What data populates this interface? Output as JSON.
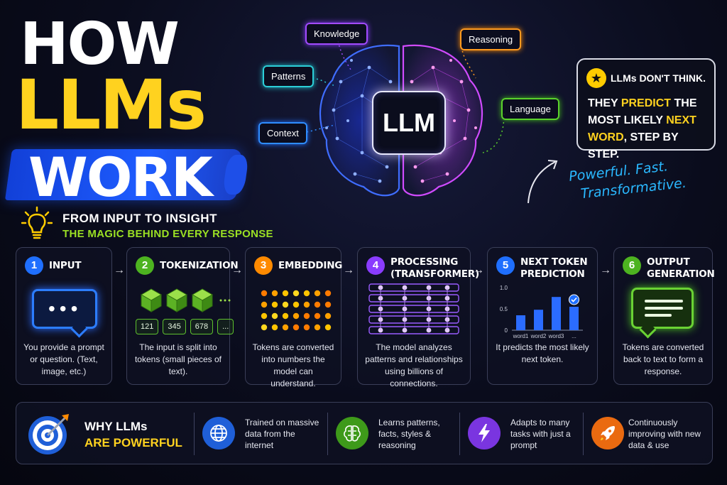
{
  "title": {
    "line1": "HOW",
    "line2": "LLMs",
    "line3": "WORK"
  },
  "subtitle": {
    "line1": "FROM INPUT TO INSIGHT",
    "line2": "THE MAGIC BEHIND EVERY RESPONSE"
  },
  "brain": {
    "center_label": "LLM",
    "tags": [
      "Knowledge",
      "Reasoning",
      "Patterns",
      "Language",
      "Context"
    ]
  },
  "callout": {
    "title": "LLMs DON'T THINK.",
    "body_parts": [
      "THEY ",
      "PREDICT",
      " THE MOST LIKELY ",
      "NEXT",
      " WORD",
      ", STEP BY STEP."
    ]
  },
  "slogan": {
    "line1": "Powerful. Fast.",
    "line2": "Transformative."
  },
  "steps": [
    {
      "num": "1",
      "title": "INPUT",
      "desc": "You provide a prompt or question. (Text, image, etc.)",
      "color": "#1f6fff"
    },
    {
      "num": "2",
      "title": "TOKENIZATION",
      "desc": "The input is split into tokens (small pieces of text).",
      "color": "#4db320",
      "tokens": [
        "121",
        "345",
        "678",
        "..."
      ]
    },
    {
      "num": "3",
      "title": "EMBEDDING",
      "desc": "Tokens are converted into numbers the model can understand.",
      "color": "#ff8a00"
    },
    {
      "num": "4",
      "title_l1": "PROCESSING",
      "title_l2": "(TRANSFORMER)",
      "desc": "The model analyzes patterns and relationships using billions of connections.",
      "color": "#8a3cff"
    },
    {
      "num": "5",
      "title_l1": "NEXT TOKEN",
      "title_l2": "PREDICTION",
      "desc": "It predicts the most likely next token.",
      "color": "#1f6fff"
    },
    {
      "num": "6",
      "title_l1": "OUTPUT",
      "title_l2": "GENERATION",
      "desc": "Tokens are converted back to text to form a response.",
      "color": "#4db320"
    }
  ],
  "chart_data": {
    "type": "bar",
    "categories": [
      "word1",
      "word2",
      "word3",
      "..."
    ],
    "values": [
      0.35,
      0.48,
      0.78,
      0.55
    ],
    "ylim": [
      0,
      1.0
    ],
    "yticks": [
      "1.0",
      "0.5",
      "0"
    ],
    "highlight": "..."
  },
  "why": {
    "line1": "WHY LLMs",
    "line2": "ARE POWERFUL",
    "features": [
      {
        "icon": "globe-icon",
        "text": "Trained on massive data from the internet",
        "color": "#1f5fd8"
      },
      {
        "icon": "brain-icon",
        "text": "Learns patterns, facts, styles & reasoning",
        "color": "#3e9a1a"
      },
      {
        "icon": "lightning-icon",
        "text": "Adapts to many tasks with just a prompt",
        "color": "#7a35e0"
      },
      {
        "icon": "rocket-icon",
        "text": "Continuously improving with new data & use",
        "color": "#ea6a10"
      }
    ]
  }
}
